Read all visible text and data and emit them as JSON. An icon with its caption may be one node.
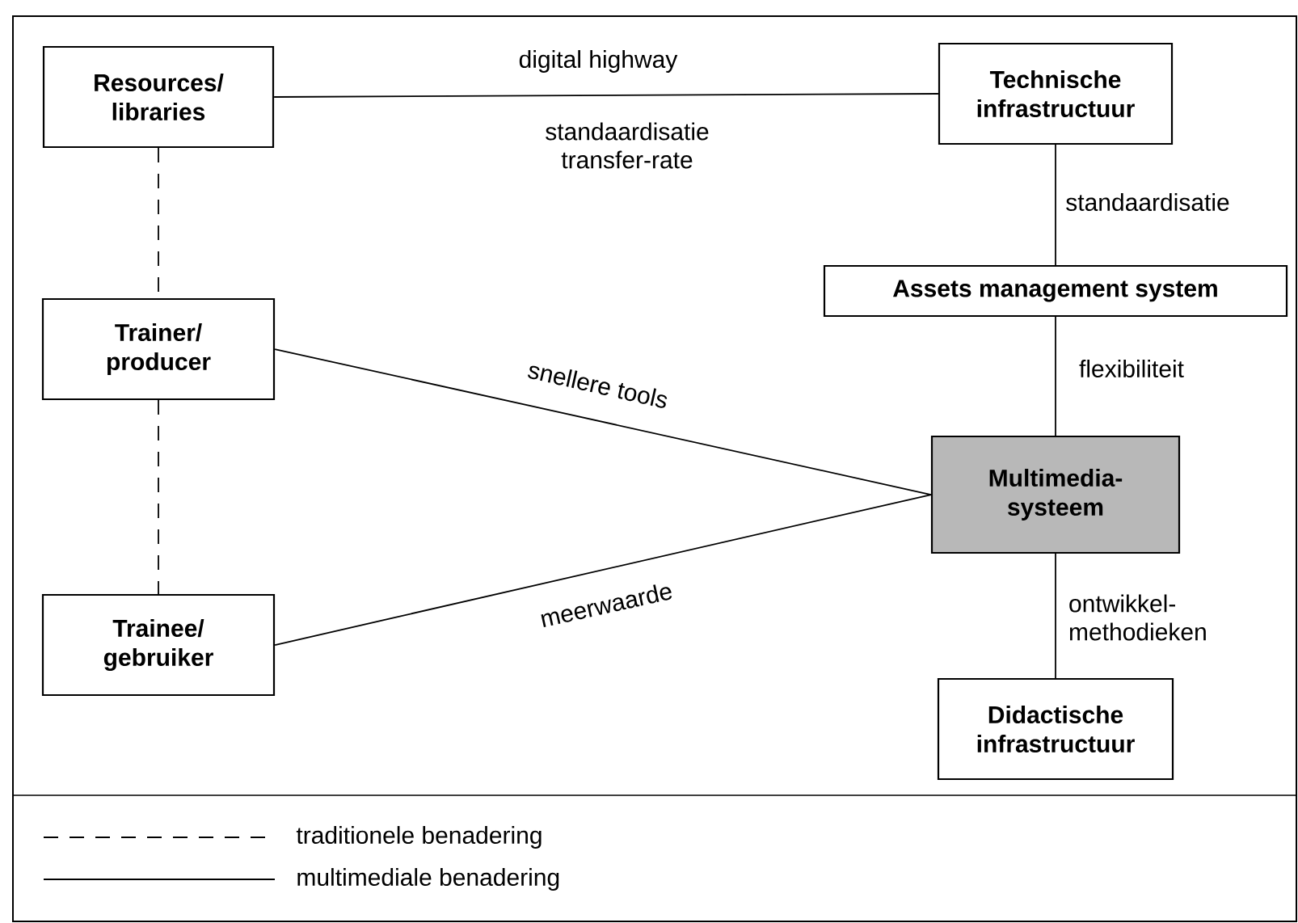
{
  "diagram": {
    "nodes": [
      {
        "text": [
          "Resources/ libraries"
        ]
      },
      {
        "text": [
          "Technische infrastructuur"
        ]
      },
      {
        "text": [
          "Assets management system"
        ]
      },
      {
        "text": [
          "Trainer/ producer"
        ]
      },
      {
        "text": [
          "Multimedia- systeem"
        ]
      },
      {
        "text": [
          "Trainee/ gebruiker"
        ]
      },
      {
        "text": [
          "Didactische infrastructuur"
        ]
      }
    ],
    "edges": [
      {
        "from": 0,
        "to": 1,
        "arrow": "none",
        "label": "digital highway"
      },
      {
        "from": 0,
        "to": 3,
        "arrow": "none",
        "style": "dashed"
      },
      {
        "from": 3,
        "to": 5,
        "arrow": "none",
        "style": "dashed"
      },
      {
        "from": 1,
        "to": 2,
        "arrow": "none",
        "label": "standaardisatie"
      },
      {
        "from": 2,
        "to": 4,
        "arrow": "none",
        "label": "flexibiliteit"
      },
      {
        "from": 3,
        "to": 4,
        "arrow": "none",
        "label": "snellere tools"
      },
      {
        "from": 5,
        "to": 4,
        "arrow": "none",
        "label": "meerwaarde"
      },
      {
        "from": 4,
        "to": 6,
        "arrow": "none",
        "label": "ontwikkel- methodieken"
      }
    ],
    "labels": [
      "standaardisatie transfer-rate"
    ],
    "legend": [
      {
        "text": "traditionele benadering"
      },
      {
        "text": "multimediale benadering"
      }
    ]
  }
}
